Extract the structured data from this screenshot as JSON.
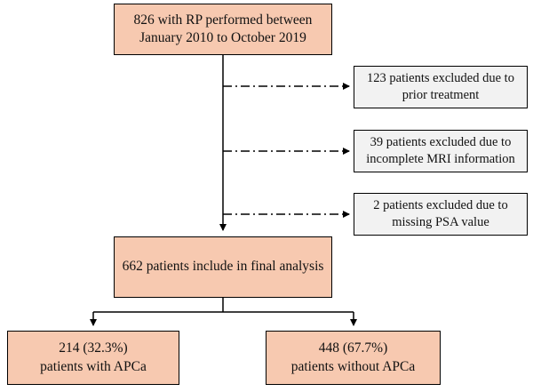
{
  "top_box": {
    "line1": "826 with RP performed between",
    "line2": "January 2010 to October 2019"
  },
  "exclusions": [
    {
      "line1": "123 patients excluded due to",
      "line2": "prior treatment"
    },
    {
      "line1": "39 patients excluded due to",
      "line2": "incomplete MRI information"
    },
    {
      "line1": "2 patients excluded due to",
      "line2": "missing PSA value"
    }
  ],
  "final_box": {
    "text": "662 patients include in final analysis"
  },
  "outcomes": [
    {
      "line1": "214 (32.3%)",
      "line2": "patients with APCa"
    },
    {
      "line1": "448 (67.7%)",
      "line2": "patients without APCa"
    }
  ],
  "colors": {
    "main_box_fill": "#f7c9b0",
    "exclusion_box_fill": "#f2f2f2",
    "border": "#000000"
  }
}
